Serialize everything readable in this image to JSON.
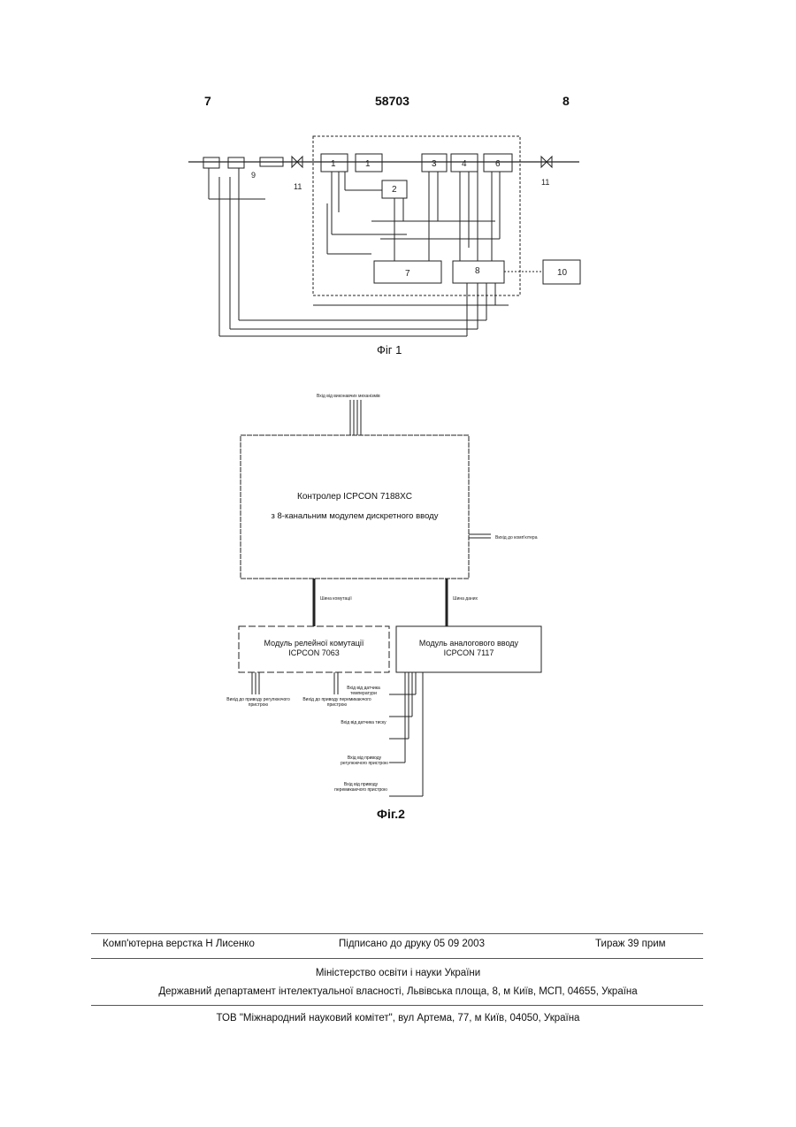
{
  "header": {
    "left_page": "7",
    "patent_number": "58703",
    "right_page": "8"
  },
  "fig1": {
    "caption": "Фіг 1",
    "blocks": [
      "1",
      "1",
      "2",
      "3",
      "4",
      "6",
      "7",
      "8",
      "10"
    ],
    "small_labels": [
      "9",
      "11",
      "11"
    ]
  },
  "fig2": {
    "caption": "Фіг.2",
    "top_input": "Вхід від виконавчих механізмів",
    "controller": {
      "line1": "Контролер ICPCON 7188XC",
      "line2": "з 8-канальним модулем дискретного вводу"
    },
    "controller_side_label": "Вихід до комп'ютера",
    "bus_left": "Шина комутації",
    "bus_right": "Шина даних",
    "module_left": {
      "line1": "Модуль релейної комутації",
      "line2": "ICPCON 7063"
    },
    "module_right": {
      "line1": "Модуль аналогового вводу",
      "line2": "ICPCON 7117"
    },
    "bottom_labels": [
      "Вихід до приводу регулюючого пристрою",
      "Вихід до приводу перемикаючого пристрою",
      "Вхід від датчика температури",
      "Вхід від датчика тиску",
      "Вхід від приводу регулюючого пристрою",
      "Вхід від приводу перемикаючого пристрою"
    ]
  },
  "footer": {
    "typesetting": "Комп'ютерна верстка Н  Лисенко",
    "signed": "Підписано до друку 05 09 2003",
    "circulation": "Тираж 39 прим",
    "ministry": "Міністерство освіти і науки України",
    "department": "Державний департамент інтелектуальної власності, Львівська площа, 8, м  Київ, МСП, 04655, Україна",
    "committee": "ТОВ \"Міжнародний науковий комітет\", вул  Артема, 77, м  Київ, 04050, Україна"
  }
}
